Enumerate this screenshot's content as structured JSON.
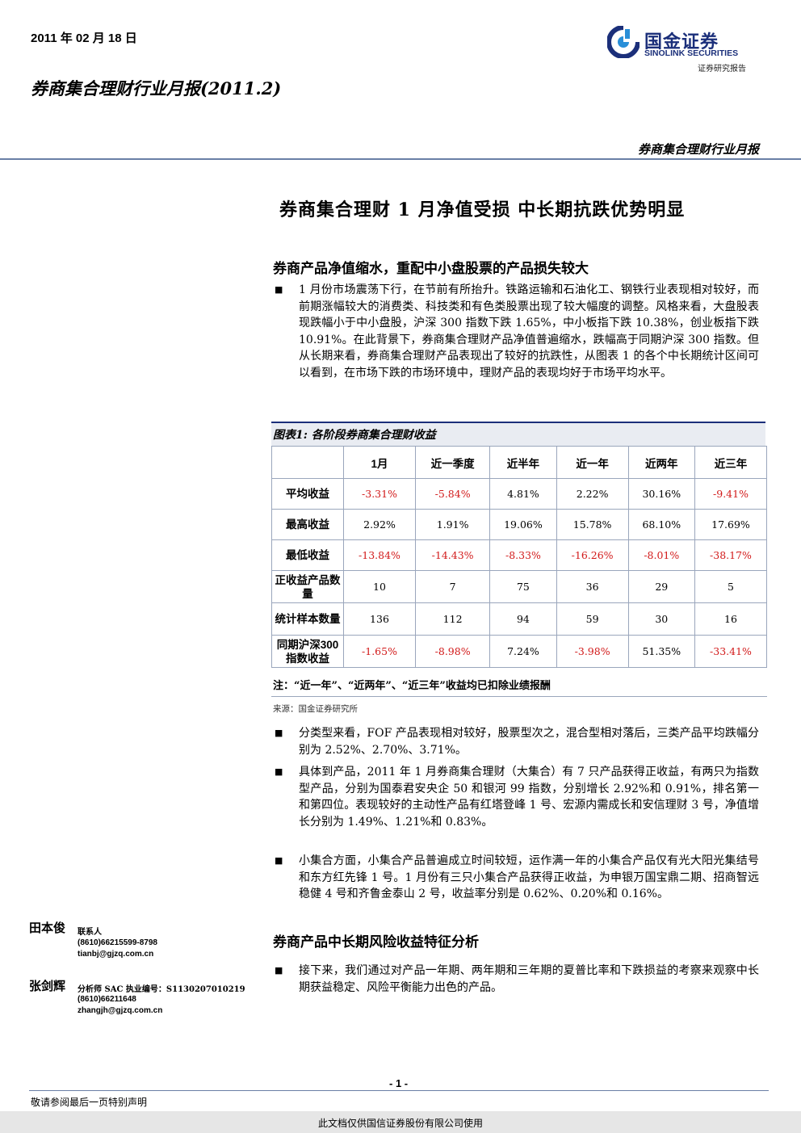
{
  "header": {
    "date": "2011 年 02 月 18 日",
    "report_title": "券商集合理财行业月报(2011.2)",
    "category_label": "券商集合理财行业月报",
    "logo": {
      "name_cn": "国金证券",
      "name_en": "SINOLINK SECURITIES",
      "subtitle": "证券研究报告",
      "brand_color": "#1b2f7a"
    }
  },
  "headline": "券商集合理财 1 月净值受损  中长期抗跌优势明显",
  "section1": {
    "heading": "券商产品净值缩水，重配中小盘股票的产品损失较大",
    "bullet1": "1 月份市场震荡下行，在节前有所抬升。铁路运输和石油化工、钢铁行业表现相对较好，而前期涨幅较大的消费类、科技类和有色类股票出现了较大幅度的调整。风格来看，大盘股表现跌幅小于中小盘股，沪深 300 指数下跌 1.65%，中小板指下跌 10.38%，创业板指下跌 10.91%。在此背景下，券商集合理财产品净值普遍缩水，跌幅高于同期沪深 300 指数。但从长期来看，券商集合理财产品表现出了较好的抗跌性，从图表 1 的各个中长期统计区间可以看到，在市场下跌的市场环境中，理财产品的表现均好于市场平均水平。"
  },
  "chart": {
    "title": "图表1: 各阶段券商集合理财收益",
    "columns": [
      "1月",
      "近一季度",
      "近半年",
      "近一年",
      "近两年",
      "近三年"
    ],
    "rows": [
      {
        "label": "平均收益",
        "values": [
          "-3.31%",
          "-5.84%",
          "4.81%",
          "2.22%",
          "30.16%",
          "-9.41%"
        ]
      },
      {
        "label": "最高收益",
        "values": [
          "2.92%",
          "1.91%",
          "19.06%",
          "15.78%",
          "68.10%",
          "17.69%"
        ]
      },
      {
        "label": "最低收益",
        "values": [
          "-13.84%",
          "-14.43%",
          "-8.33%",
          "-16.26%",
          "-8.01%",
          "-38.17%"
        ]
      },
      {
        "label": "正收益产品数量",
        "values": [
          "10",
          "7",
          "75",
          "36",
          "29",
          "5"
        ]
      },
      {
        "label": "统计样本数量",
        "values": [
          "136",
          "112",
          "94",
          "59",
          "30",
          "16"
        ]
      },
      {
        "label": "同期沪深300指数收益",
        "values": [
          "-1.65%",
          "-8.98%",
          "7.24%",
          "-3.98%",
          "51.35%",
          "-33.41%"
        ]
      }
    ],
    "negative_color": "#d21a1a",
    "note": "注：“近一年”、“近两年”、“近三年”收益均已扣除业绩报酬",
    "source": "来源：国金证券研究所"
  },
  "section1_more": {
    "bullet2": "分类型来看，FOF 产品表现相对较好，股票型次之，混合型相对落后，三类产品平均跌幅分别为 2.52%、2.70%、3.71%。",
    "bullet3": "具体到产品，2011 年 1 月券商集合理财（大集合）有 7 只产品获得正收益，有两只为指数型产品，分别为国泰君安央企 50 和银河 99 指数，分别增长 2.92%和 0.91%，排名第一和第四位。表现较好的主动性产品有红塔登峰 1 号、宏源内需成长和安信理财 3 号，净值增长分别为 1.49%、1.21%和 0.83%。",
    "bullet4": "小集合方面，小集合产品普遍成立时间较短，运作满一年的小集合产品仅有光大阳光集结号和东方红先锋 1 号。1 月份有三只小集合产品获得正收益，为申银万国宝鼎二期、招商智远稳健 4 号和齐鲁金泰山 2 号，收益率分别是 0.62%、0.20%和 0.16%。"
  },
  "section2": {
    "heading": "券商产品中长期风险收益特征分析",
    "bullet1": "接下来，我们通过对产品一年期、两年期和三年期的夏普比率和下跌损益的考察来观察中长期获益稳定、风险平衡能力出色的产品。"
  },
  "analysts": [
    {
      "name": "田本俊",
      "role": "联系人",
      "phone": "(8610)66215599-8798",
      "email": "tianbj@gjzq.com.cn"
    },
    {
      "name": "张剑辉",
      "role": "分析师 SAC 执业编号：S1130207010219",
      "phone": "(8610)66211648",
      "email": "zhangjh@gjzq.com.cn"
    }
  ],
  "footer": {
    "page_number": "- 1 -",
    "disclaimer_note": "敬请参阅最后一页特别声明",
    "usage_notice": "此文档仅供国信证券股份有限公司使用"
  }
}
